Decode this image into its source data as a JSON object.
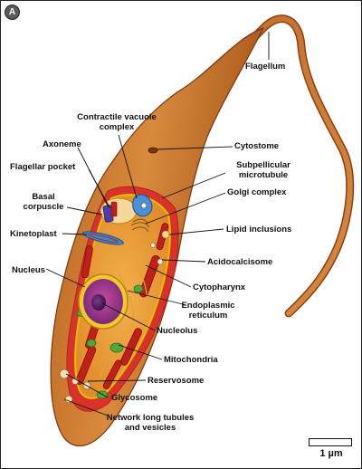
{
  "panel_label": "A",
  "labels": {
    "flagellum": "Flagellum",
    "contractile_vacuole": [
      "Contractile vacuole",
      "complex"
    ],
    "axoneme": "Axoneme",
    "cytostome": "Cytostome",
    "flagellar_pocket": "Flagellar pocket",
    "subpellicular": [
      "Subpellicular",
      "microtubule"
    ],
    "basal_corpuscle": [
      "Basal",
      "corpuscle"
    ],
    "golgi": "Golgi complex",
    "kinetoplast": "Kinetoplast",
    "lipid": "Lipid inclusions",
    "nucleus": "Nucleus",
    "acidocalcisome": "Acidocalcisome",
    "cytopharynx": "Cytopharynx",
    "er": [
      "Endoplasmic",
      "reticulum"
    ],
    "nucleolus": "Nucleolus",
    "mitochondria": "Mitochondria",
    "reservosome": "Reservosome",
    "glycosome": "Glycosome",
    "network": [
      "Network long tubules",
      "and vesicles"
    ]
  },
  "scale_bar": "1 µm"
}
